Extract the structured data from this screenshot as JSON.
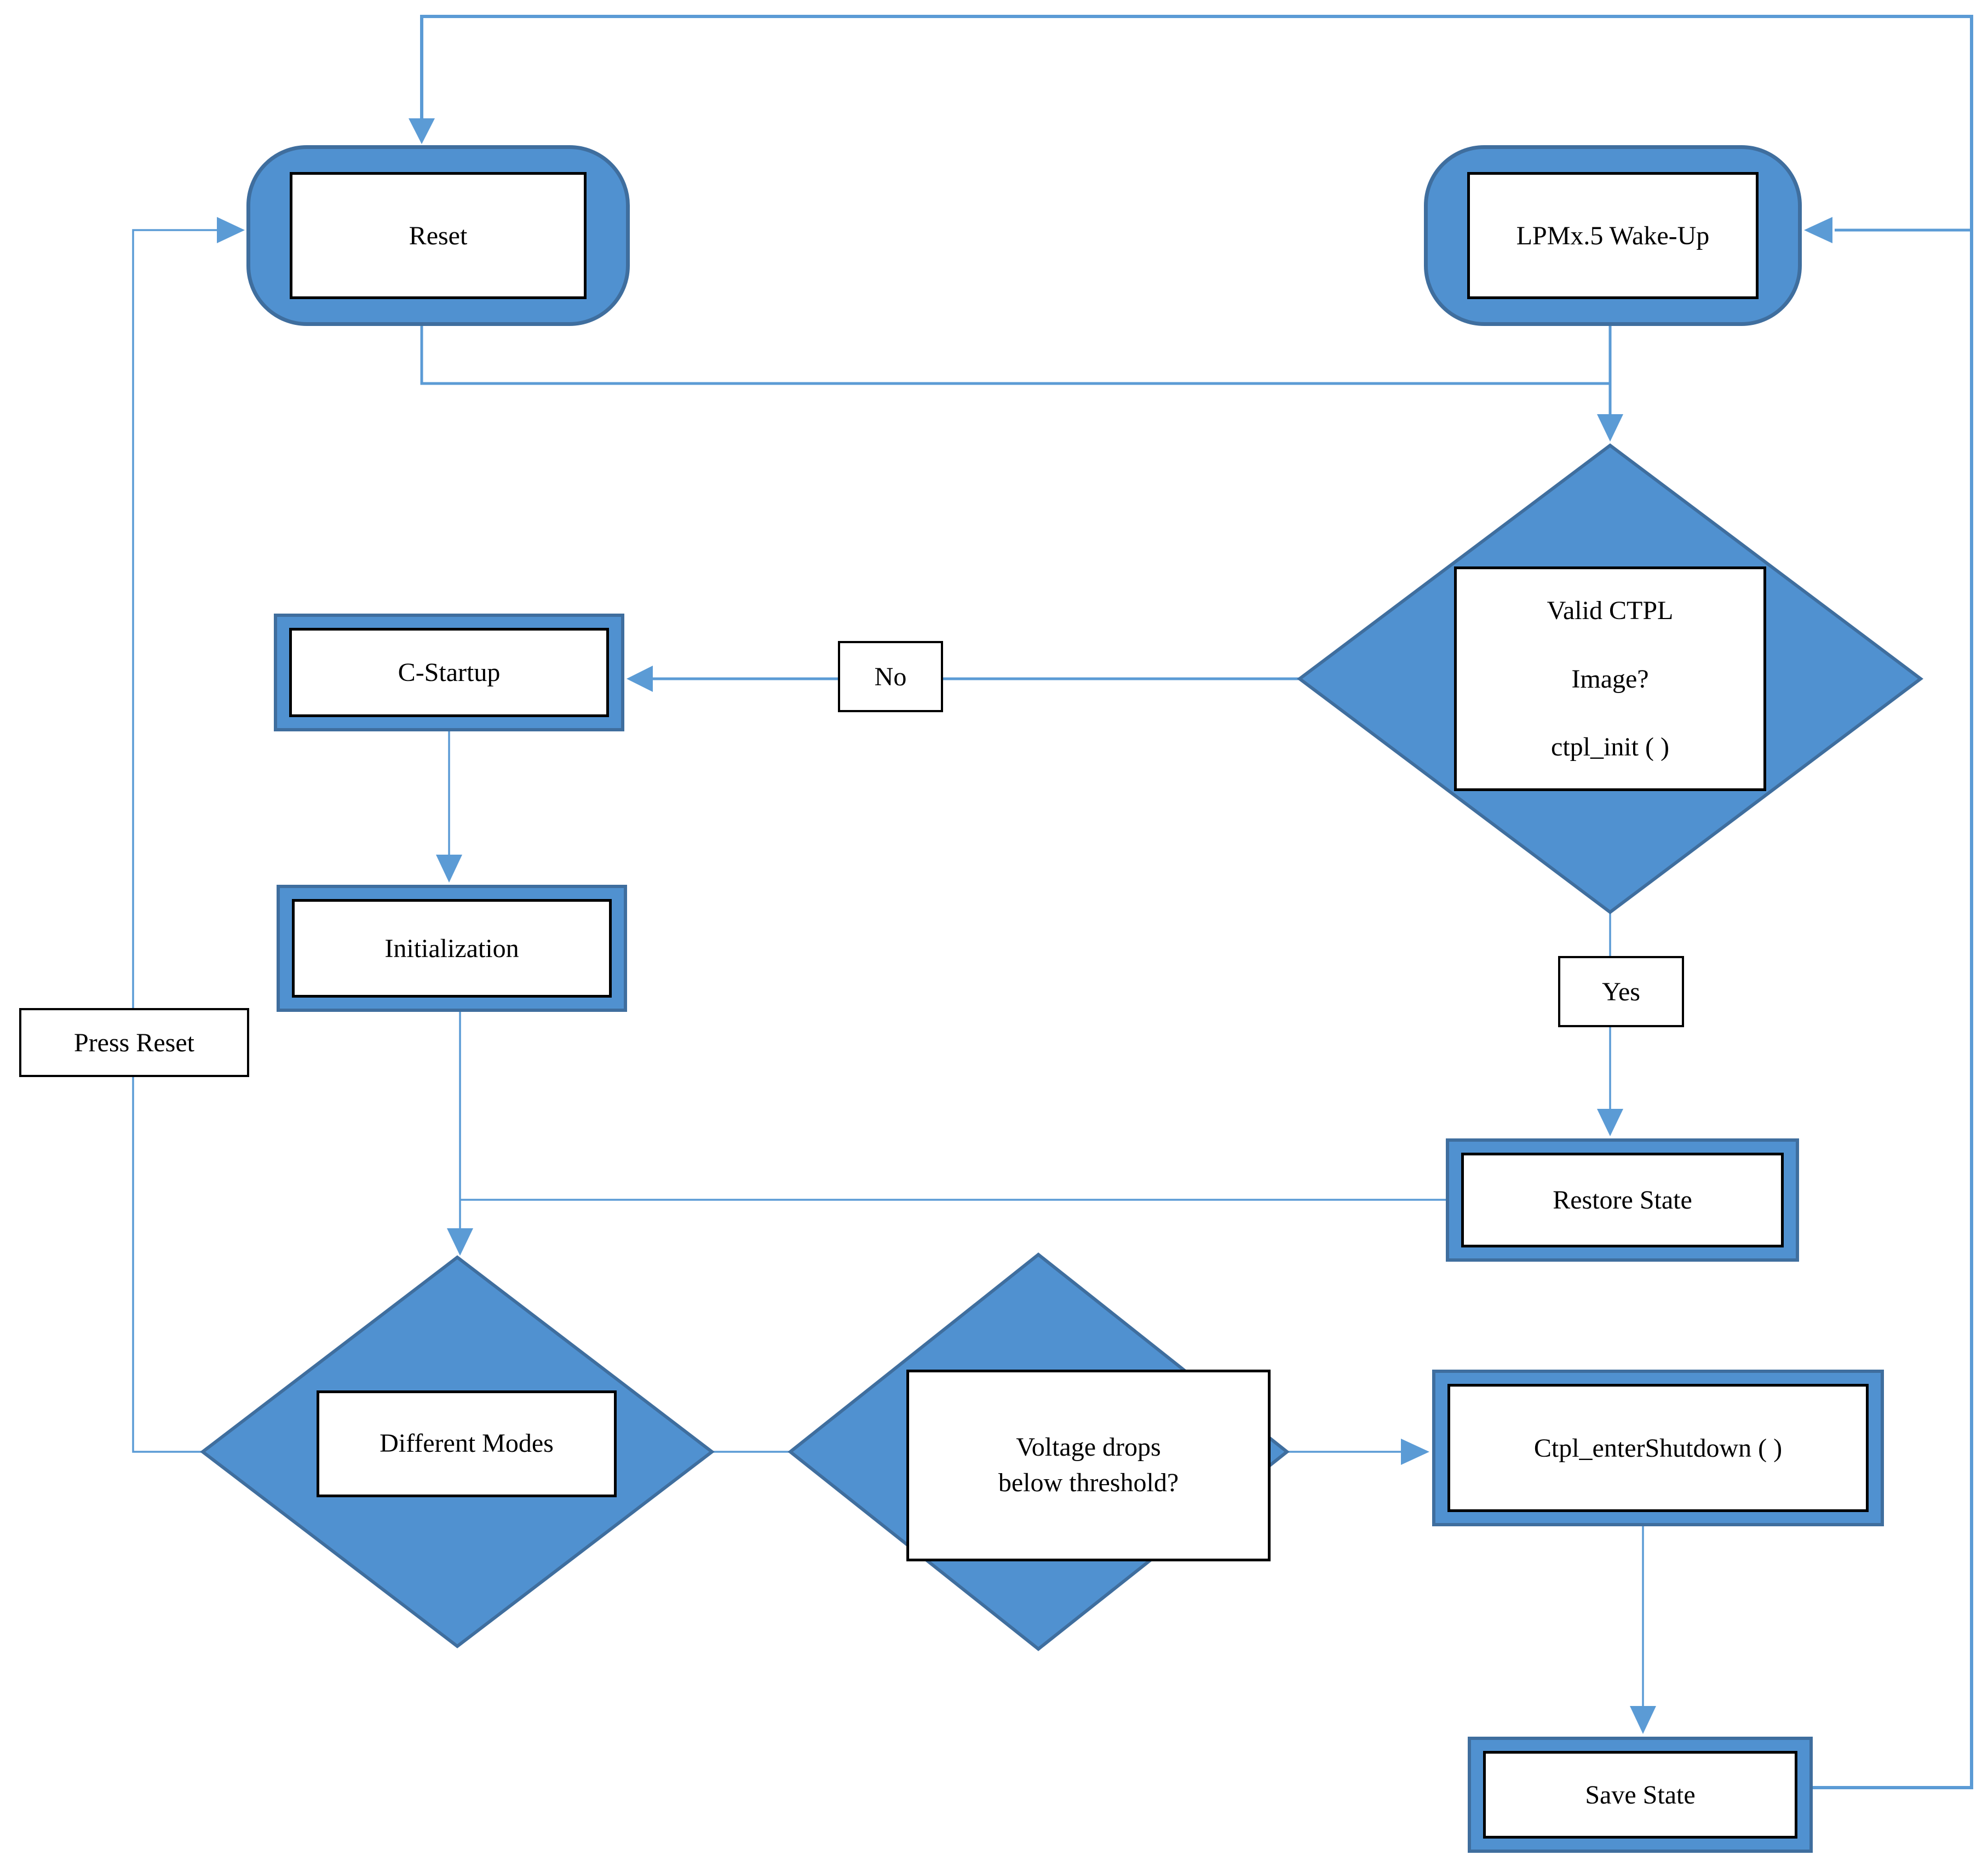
{
  "nodes": {
    "reset": {
      "label": "Reset",
      "type": "terminator"
    },
    "lpmx_wakeup": {
      "label": "LPMx.5 Wake-Up",
      "type": "terminator"
    },
    "valid_ctpl": {
      "lines": [
        "Valid CTPL",
        "Image?",
        "ctpl_init ( )"
      ],
      "type": "decision"
    },
    "c_startup": {
      "label": "C-Startup",
      "type": "process"
    },
    "initialization": {
      "label": "Initialization",
      "type": "process"
    },
    "restore_state": {
      "label": "Restore State",
      "type": "process"
    },
    "different_modes": {
      "label": "Different Modes",
      "type": "decision"
    },
    "voltage_check": {
      "lines": [
        "Voltage drops",
        "below threshold?"
      ],
      "type": "decision"
    },
    "ctpl_enter_shutdown": {
      "label": "Ctpl_enterShutdown ( )",
      "type": "process"
    },
    "save_state": {
      "label": "Save State",
      "type": "process"
    }
  },
  "edge_labels": {
    "no": "No",
    "yes": "Yes",
    "press_reset": "Press Reset"
  },
  "colors": {
    "shape_fill": "#5091D0",
    "shape_border": "#3F6E9E",
    "connector": "#5B9BD5",
    "inner_box_border": "#000000",
    "inner_box_fill": "#FFFFFF",
    "text": "#000000",
    "background": "#FFFFFF"
  }
}
